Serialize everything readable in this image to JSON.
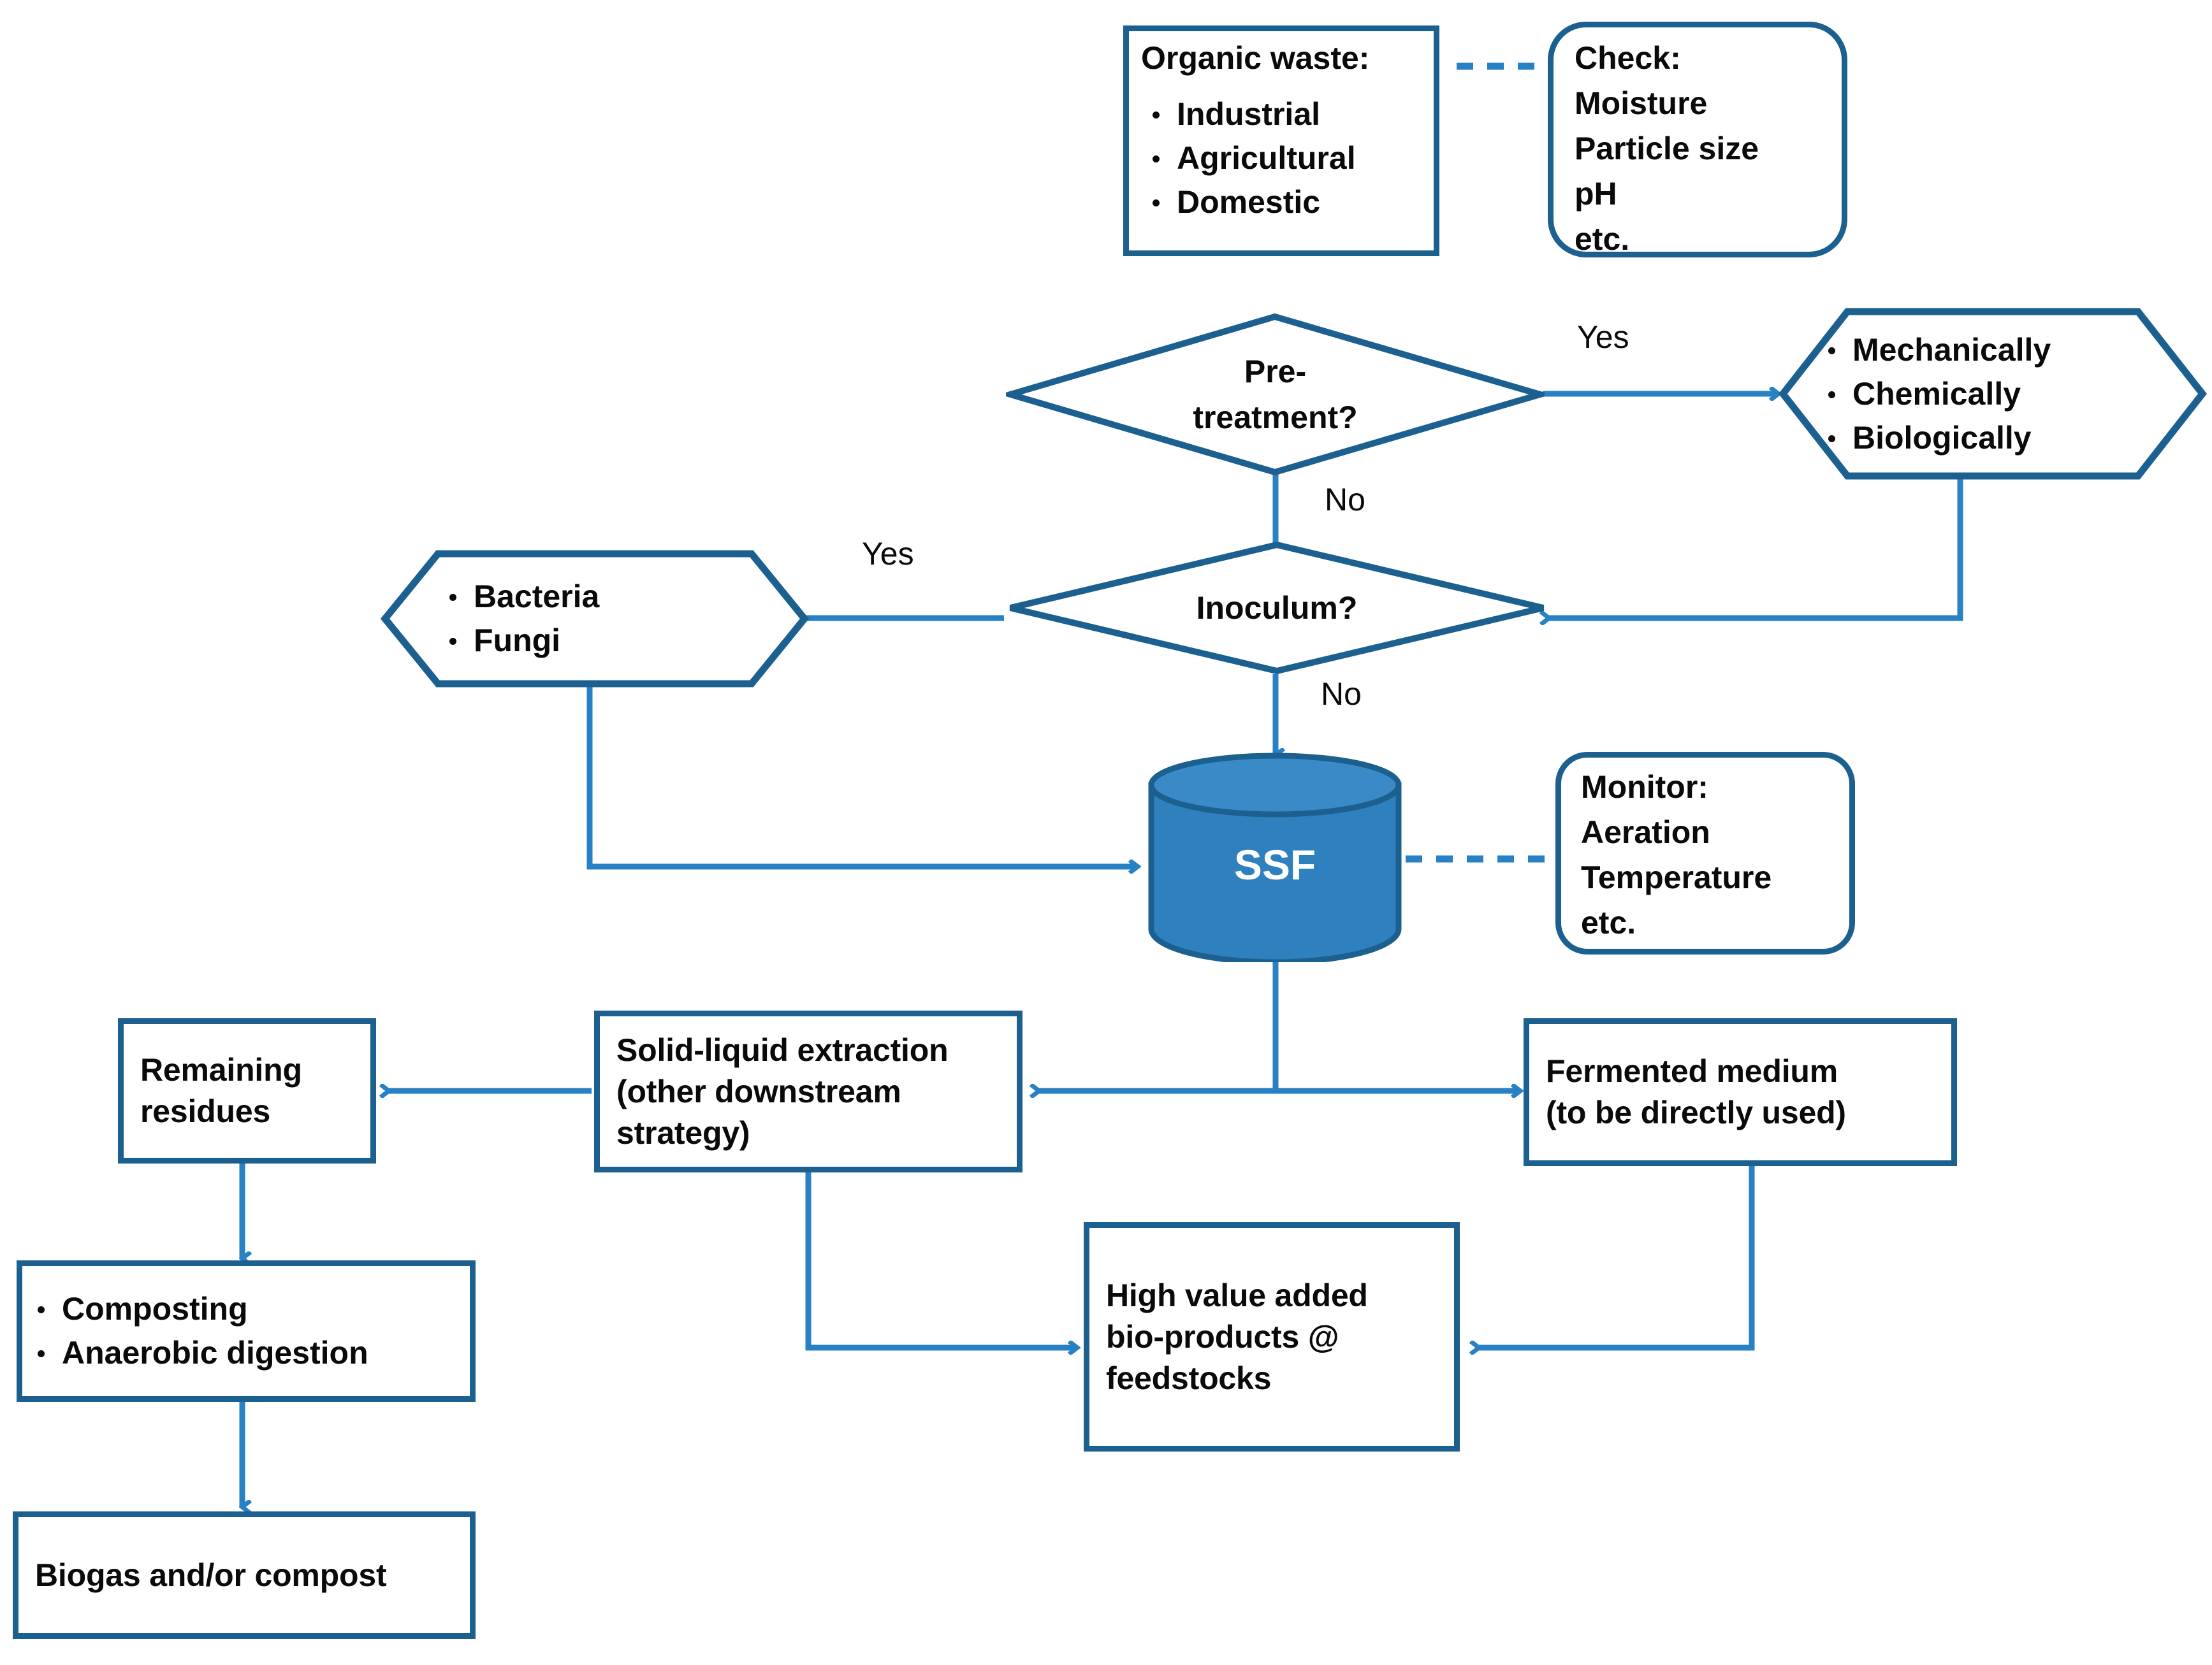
{
  "diagram": {
    "title": "Solid-state fermentation (SSF) process flowchart",
    "colors": {
      "shape_border": "#1c6090",
      "arrow": "#2881c4",
      "cylinder_fill": "#2f80bf",
      "cylinder_top": "#3a8ac8",
      "text": "#0a0a0a",
      "background": "#ffffff"
    },
    "nodes": {
      "organic_waste": {
        "heading": "Organic waste:",
        "items": [
          "Industrial",
          "Agricultural",
          "Domestic"
        ]
      },
      "check_note": {
        "lines": [
          "Check:",
          "Moisture",
          "Particle size",
          "pH",
          "etc."
        ]
      },
      "pretreatment_decision": {
        "line1": "Pre-",
        "line2": "treatment?"
      },
      "pretreatment_options": {
        "items": [
          "Mechanically",
          "Chemically",
          "Biologically"
        ]
      },
      "inoculum_decision": {
        "label": "Inoculum?"
      },
      "inoculum_options": {
        "items": [
          "Bacteria",
          "Fungi"
        ]
      },
      "ssf": {
        "label": "SSF"
      },
      "monitor_note": {
        "lines": [
          "Monitor:",
          "Aeration",
          "Temperature",
          "etc."
        ]
      },
      "solid_liquid_extraction": {
        "lines": [
          "Solid-liquid extraction",
          "(other downstream",
          "strategy)"
        ]
      },
      "remaining_residues": {
        "lines": [
          "Remaining",
          "residues"
        ]
      },
      "fermented_medium": {
        "lines": [
          "Fermented medium",
          "(to be directly used)"
        ]
      },
      "residue_treatments": {
        "items": [
          "Composting",
          "Anaerobic digestion"
        ]
      },
      "biogas_compost": {
        "label": "Biogas and/or compost"
      },
      "high_value_products": {
        "lines": [
          "High value added",
          "bio-products @",
          "feedstocks"
        ]
      }
    },
    "edge_labels": {
      "pretreatment_yes": "Yes",
      "pretreatment_no": "No",
      "inoculum_yes": "Yes",
      "inoculum_no": "No"
    }
  }
}
